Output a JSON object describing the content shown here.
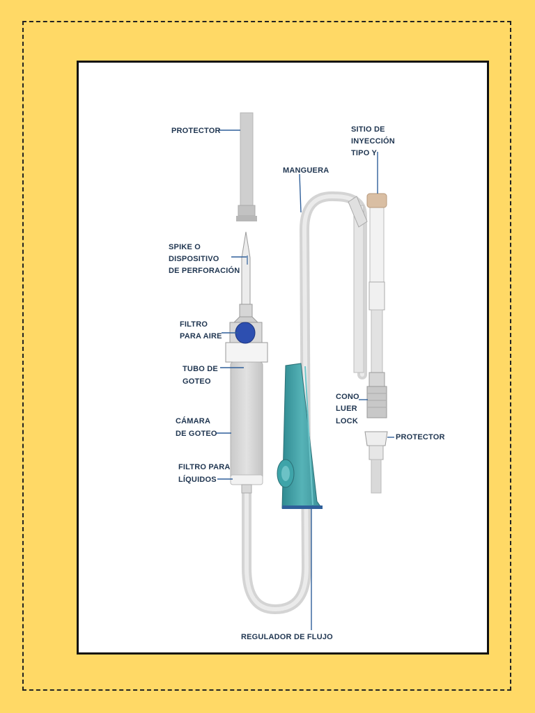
{
  "labels": {
    "protector_top": "PROTECTOR",
    "spike": [
      "SPIKE O",
      "DISPOSITIVO",
      "DE PERFORACIÓN"
    ],
    "filtro_aire": [
      "FILTRO",
      "PARA AIRE"
    ],
    "tubo_goteo": [
      "TUBO DE",
      "GOTEO"
    ],
    "camara": [
      "CÁMARA",
      "DE GOTEO"
    ],
    "filtro_liquidos": [
      "FILTRO PARA",
      "LÍQUIDOS"
    ],
    "manguera": "MANGUERA",
    "sitio": [
      "SITIO DE",
      "INYECCIÓN",
      "TIPO  Y"
    ],
    "cono": [
      "CONO",
      "LUER",
      "LOCK"
    ],
    "protector_right": "PROTECTOR",
    "regulador": "REGULADOR DE FLUJO"
  },
  "colors": {
    "background": "#FFD966",
    "tube": "#d9d9d9",
    "tube_edge": "#b5b5b5",
    "regulator": "#3f9aa0",
    "filter": "#2d4fb0",
    "label": "#1f3550",
    "leader": "#2f5f9a"
  }
}
